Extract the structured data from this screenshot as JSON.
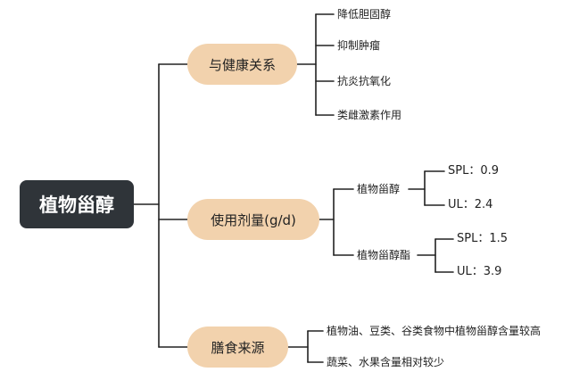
{
  "root": {
    "label": "植物甾醇"
  },
  "branches": [
    {
      "label": "与健康关系",
      "items": [
        "降低胆固醇",
        "抑制肿瘤",
        "抗炎抗氧化",
        "类雌激素作用"
      ]
    },
    {
      "label": "使用剂量(g/d)",
      "groups": [
        {
          "label": "植物甾醇",
          "items": [
            "SPL：0.9",
            "UL：2.4"
          ]
        },
        {
          "label": "植物甾醇酯",
          "items": [
            "SPL：1.5",
            "UL：3.9"
          ]
        }
      ]
    },
    {
      "label": "膳食来源",
      "items": [
        "植物油、豆类、谷类食物中植物甾醇含量较高",
        "蔬菜、水果含量相对较少"
      ]
    }
  ],
  "colors": {
    "root_bg": "#2f3439",
    "branch_bg": "#f2d2ad",
    "line": "#222222"
  }
}
